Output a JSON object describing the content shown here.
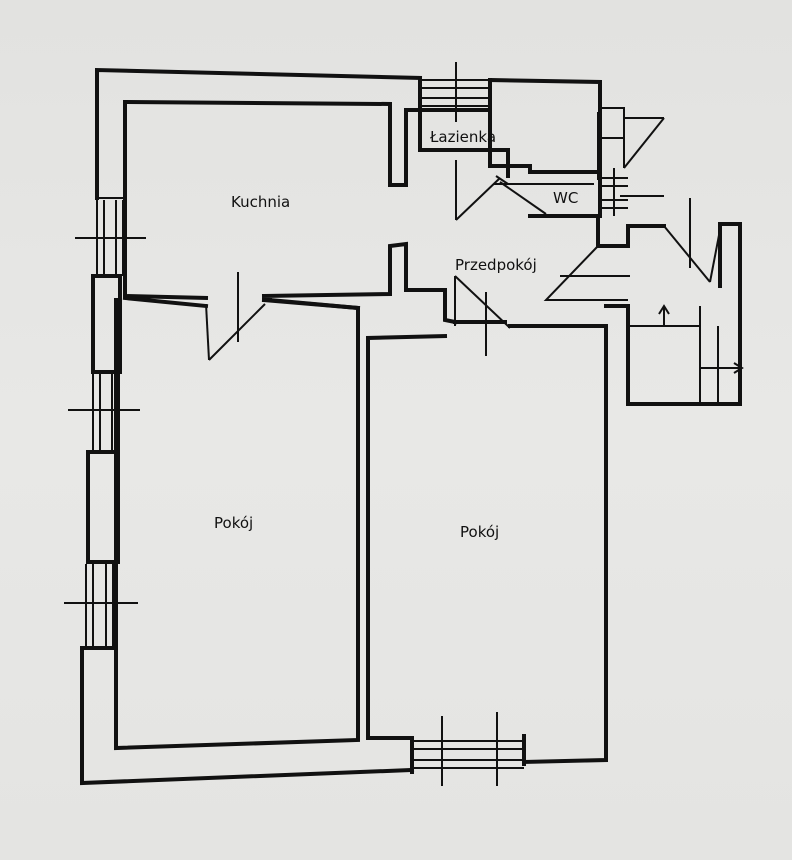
{
  "rooms": {
    "kitchen": "Kuchnia",
    "bathroom": "Łazienka",
    "wc": "WC",
    "hall": "Przedpokój",
    "room_left": "Pokój",
    "room_right": "Pokój"
  }
}
